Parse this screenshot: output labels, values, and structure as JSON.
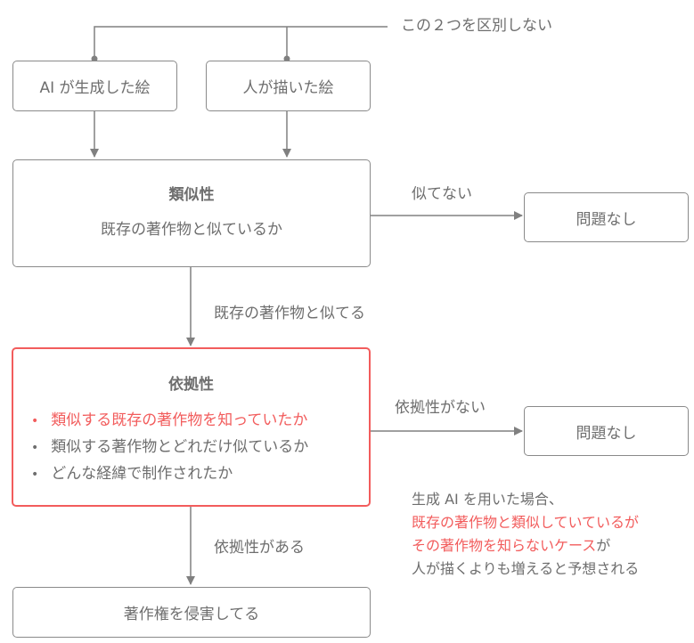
{
  "top_note": "この２つを区別しない",
  "source_boxes": [
    "AI が生成した絵",
    "人が描いた絵"
  ],
  "similarity": {
    "title": "類似性",
    "subtitle": "既存の著作物と似ているか"
  },
  "no_similarity_label": "似てない",
  "no_problem_1": "問題なし",
  "similar_label": "既存の著作物と似てる",
  "reliance": {
    "title": "依拠性",
    "items": [
      "類似する既存の著作物を知っていたか",
      "類似する著作物とどれだけ似ているか",
      "どんな経緯で制作されたか"
    ]
  },
  "no_reliance_label": "依拠性がない",
  "no_problem_2": "問題なし",
  "reliance_label": "依拠性がある",
  "infringement": "著作権を侵害してる",
  "note": {
    "line1": "生成 AI を用いた場合、",
    "line2": "既存の著作物と類似していているが",
    "line3_red": "その著作物を知らないケース",
    "line3_tail": "が",
    "line4": "人が描くよりも増えると予想される"
  },
  "colors": {
    "accent": "#f25c5c",
    "text": "#6e6e6e",
    "line": "#808080"
  }
}
